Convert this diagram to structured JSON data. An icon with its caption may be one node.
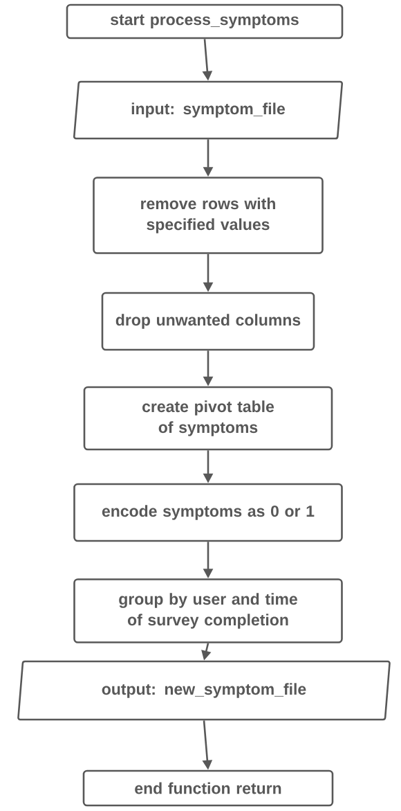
{
  "diagram": {
    "nodes": [
      {
        "text": [
          "start process_symptoms"
        ]
      },
      {
        "text": [
          "input: symptom_file"
        ]
      },
      {
        "text": [
          "remove rows with specified values"
        ]
      },
      {
        "text": [
          "drop unwanted columns"
        ]
      },
      {
        "text": [
          "create pivot table of symptoms"
        ]
      },
      {
        "text": [
          "encode symptoms as 0 or 1"
        ]
      },
      {
        "text": [
          "group by user and time of survey completion"
        ]
      },
      {
        "text": [
          "output: new_symptom_file"
        ]
      },
      {
        "text": [
          "end function return"
        ]
      }
    ],
    "edges": [
      {
        "from": 0,
        "to": 1,
        "arrow": "to"
      },
      {
        "from": 1,
        "to": 2,
        "arrow": "to"
      },
      {
        "from": 2,
        "to": 3,
        "arrow": "to"
      },
      {
        "from": 3,
        "to": 4,
        "arrow": "to"
      },
      {
        "from": 4,
        "to": 5,
        "arrow": "to"
      },
      {
        "from": 5,
        "to": 6,
        "arrow": "to"
      },
      {
        "from": 6,
        "to": 7,
        "arrow": "to"
      },
      {
        "from": 7,
        "to": 8,
        "arrow": "to"
      }
    ]
  }
}
